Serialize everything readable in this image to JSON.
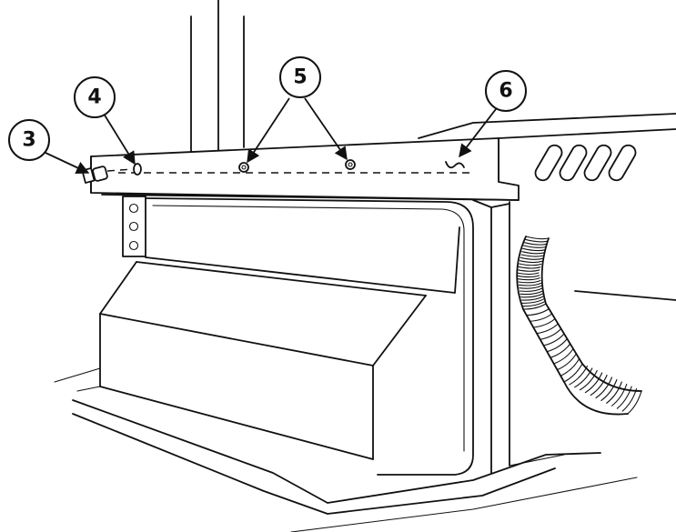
{
  "callouts": [
    {
      "id": "callout-3",
      "label": "3",
      "part": "screw"
    },
    {
      "id": "callout-4",
      "label": "4",
      "part": "washer"
    },
    {
      "id": "callout-5",
      "label": "5",
      "part": "mounting-holes"
    },
    {
      "id": "callout-6",
      "label": "6",
      "part": "bracket-clip"
    }
  ],
  "colors": {
    "line": "#111111",
    "background": "#ffffff"
  }
}
